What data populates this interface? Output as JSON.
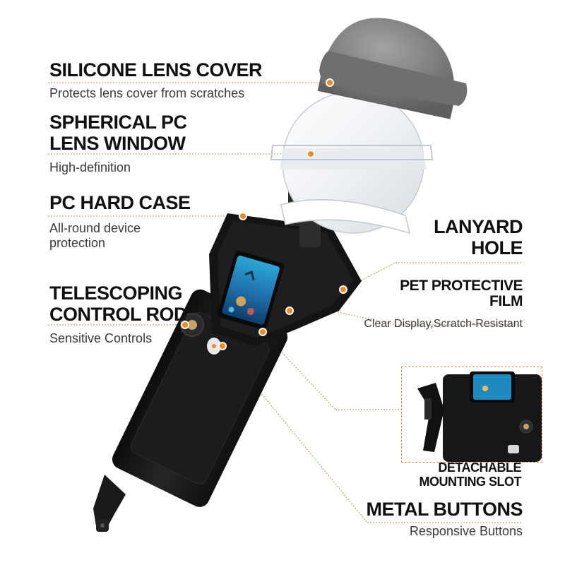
{
  "features": [
    {
      "key": "silicone",
      "title": "SILICONE LENS COVER",
      "subtitle": "Protects lens cover from scratches"
    },
    {
      "key": "lens_window",
      "title_line1": "SPHERICAL PC",
      "title_line2": "LENS WINDOW",
      "subtitle": "High-definition"
    },
    {
      "key": "hard_case",
      "title": "PC HARD CASE",
      "subtitle_line1": "All-round device",
      "subtitle_line2": "protection"
    },
    {
      "key": "control_rod",
      "title_line1": "TELESCOPING",
      "title_line2": "CONTROL ROD",
      "subtitle": "Sensitive Controls"
    },
    {
      "key": "lanyard",
      "title_line1": "LANYARD",
      "title_line2": "HOLE"
    },
    {
      "key": "pet_film",
      "title_line1": "PET PROTECTIVE",
      "title_line2": "FILM",
      "subtitle": "Clear Display,Scratch-Resistant"
    },
    {
      "key": "mounting_slot",
      "title_line1": "DETACHABLE",
      "title_line2": "MOUNTING SLOT"
    },
    {
      "key": "metal_buttons",
      "title": "METAL BUTTONS",
      "subtitle": "Responsive Buttons"
    }
  ],
  "colors": {
    "accent": "#f08a24",
    "leader": "#c9915a",
    "case_black": "#151515",
    "dome_grey": "#7b7b7b"
  },
  "icons": [
    "product-illustration",
    "callout-dot"
  ]
}
